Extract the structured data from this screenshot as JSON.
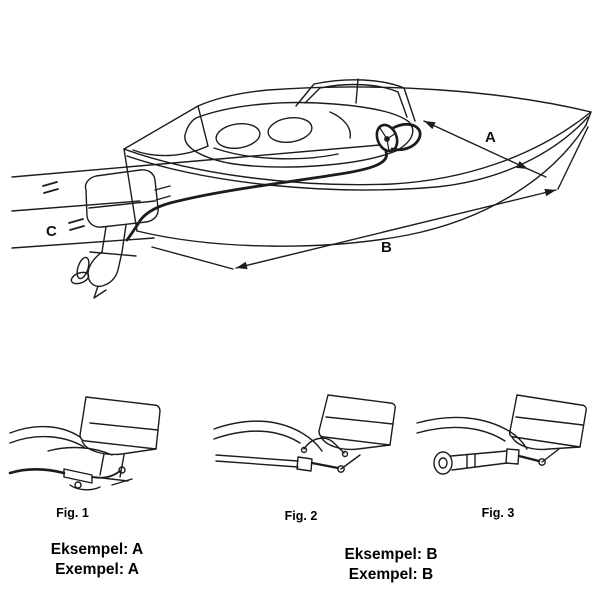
{
  "colors": {
    "ink": "#1c1c1c",
    "background": "#ffffff"
  },
  "diagram": {
    "dimension_labels": {
      "a": "A",
      "b": "B",
      "c": "C"
    }
  },
  "figures": [
    {
      "caption": "Fig. 1"
    },
    {
      "caption": "Fig. 2"
    },
    {
      "caption": "Fig. 3"
    }
  ],
  "examples": {
    "a": {
      "line1": "Eksempel: A",
      "line2": "Exempel: A"
    },
    "b": {
      "line1": "Eksempel: B",
      "line2": "Exempel: B"
    }
  }
}
